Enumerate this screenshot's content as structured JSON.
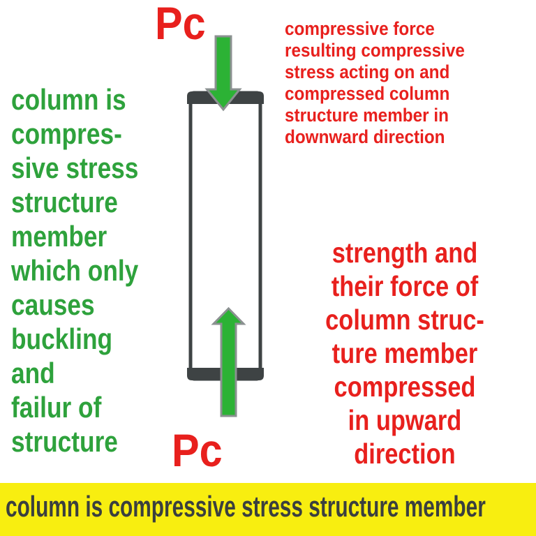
{
  "colors": {
    "red": "#e8201d",
    "green": "#2ea23c",
    "arrow-green": "#2cb235",
    "arrow-outline": "#8b9191",
    "dark": "#3e4344",
    "yellow": "#f8ee10",
    "banner-text": "#3a3f3f"
  },
  "figure": {
    "force_label_top": "Pc",
    "force_label_bottom": "Pc"
  },
  "left_text": {
    "lines": [
      "column is",
      "compres-",
      "sive stress",
      "structure",
      "member",
      "which only",
      "causes",
      "buckling",
      "and",
      "failur of",
      "structure"
    ]
  },
  "top_right_text": {
    "lines": [
      "compressive force",
      "resulting compressive",
      "stress acting on and",
      "compressed column",
      "structure member in",
      "downward direction"
    ]
  },
  "bottom_right_text": {
    "lines": [
      "strength and",
      "their force of",
      "column struc-",
      "ture member",
      "compressed",
      "in upward",
      "direction"
    ]
  },
  "banner": {
    "text": "column is compressive stress structure member"
  }
}
